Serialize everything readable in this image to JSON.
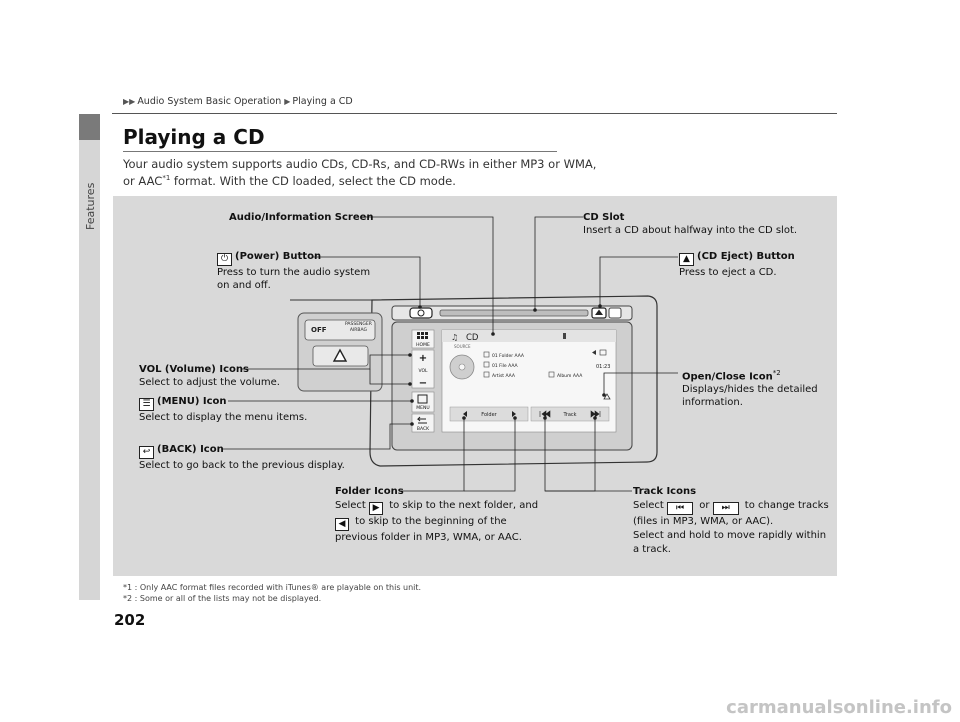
{
  "breadcrumb": {
    "part1": "Audio System Basic Operation",
    "part2": "Playing a CD"
  },
  "sidebar": {
    "label": "Features"
  },
  "page": {
    "title": "Playing a CD",
    "body_line1": "Your audio system supports audio CDs, CD-Rs, and CD-RWs in either MP3 or WMA,",
    "body_line2_a": "or AAC",
    "body_line2_ref": "*1",
    "body_line2_b": " format. With the CD loaded, select the CD mode.",
    "number": "202"
  },
  "callouts": {
    "audio_screen": {
      "title": "Audio/Information Screen"
    },
    "cd_slot": {
      "title": "CD Slot",
      "desc": "Insert a CD about halfway into the CD slot."
    },
    "power": {
      "title": "(Power) Button",
      "desc1": "Press to turn the audio system",
      "desc2": "on and off."
    },
    "eject": {
      "title": "(CD Eject) Button",
      "desc": "Press to eject a CD."
    },
    "vol": {
      "title": "VOL (Volume) Icons",
      "desc": "Select to adjust the volume."
    },
    "open_close": {
      "title": "Open/Close Icon",
      "ref": "*2",
      "desc1": "Displays/hides the detailed",
      "desc2": "information."
    },
    "menu": {
      "title": "(MENU) Icon",
      "desc": "Select to display the menu items."
    },
    "back": {
      "title": "(BACK) Icon",
      "desc": "Select to go back to the previous display."
    },
    "folder": {
      "title": "Folder Icons",
      "l1a": "Select ",
      "l1b": " to skip to the next folder, and",
      "l2": " to skip to the beginning of the",
      "l3": "previous folder in MP3, WMA, or AAC."
    },
    "track": {
      "title": "Track Icons",
      "l1a": "Select ",
      "l1_or": " or ",
      "l1b": " to change tracks",
      "l2": "(files in MP3, WMA, or AAC).",
      "l3": "Select and hold to move rapidly within",
      "l4": "a track."
    }
  },
  "device": {
    "airbag_off": "OFF",
    "airbag_line1": "PASSENGER",
    "airbag_line2": "AIRBAG",
    "home": "HOME",
    "vol": "VOL",
    "menu": "MENU",
    "back": "BACK",
    "source": "SOURCE",
    "cd": "CD",
    "folder_name": "01 Folder AAA",
    "file_name": "01 File AAA",
    "artist": "Artist AAA",
    "album": "Album AAA",
    "time": "01:23",
    "folder_btn": "Folder",
    "track_btn": "Track"
  },
  "footnotes": {
    "n1": "*1 : Only AAC format files recorded with iTunes® are playable on this unit.",
    "n2": "*2 : Some or all of the lists may not be displayed."
  },
  "watermark": "carmanualsonline.info"
}
